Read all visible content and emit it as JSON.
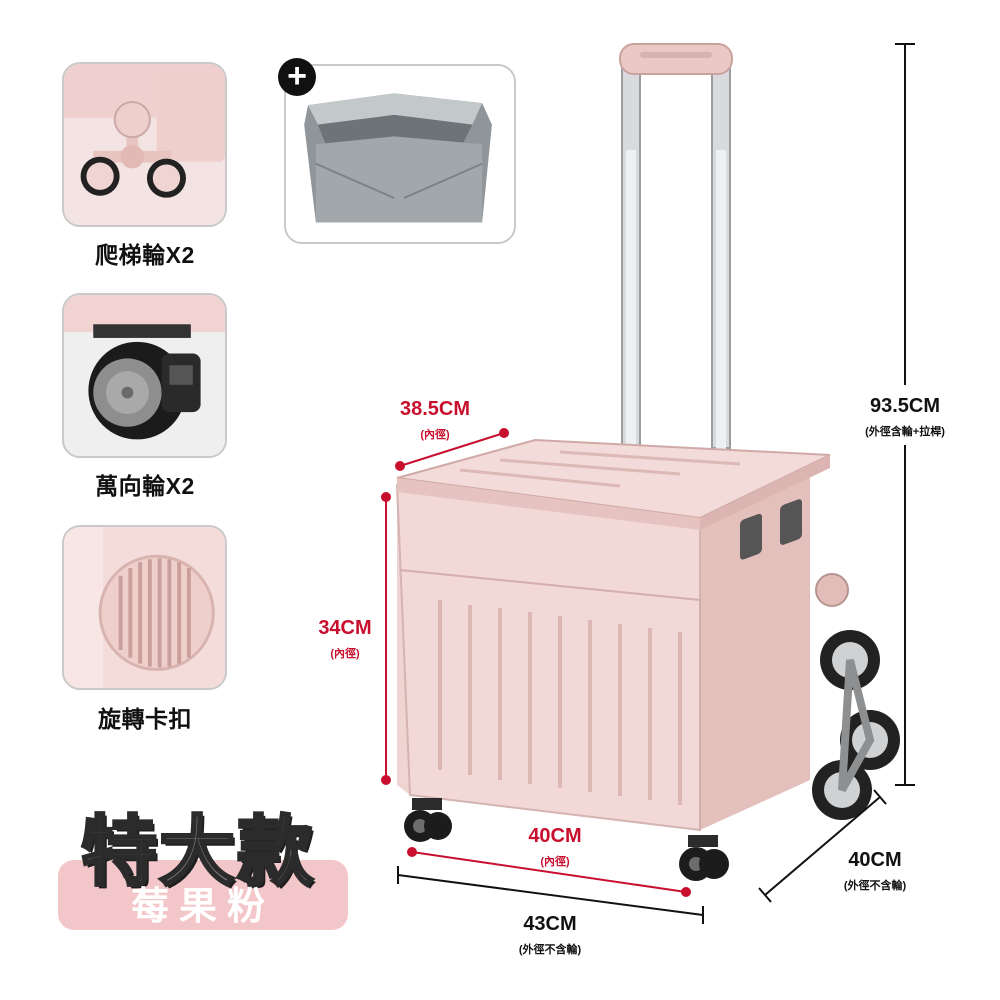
{
  "features": [
    {
      "label": "爬梯輪X2",
      "icon": "stair-climbing-wheel-icon"
    },
    {
      "label": "萬向輪X2",
      "icon": "swivel-caster-icon"
    },
    {
      "label": "旋轉卡扣",
      "icon": "rotary-latch-icon"
    }
  ],
  "accessory": {
    "badge": "+",
    "icon": "inner-liner-bag-icon"
  },
  "product": {
    "title": "特大款",
    "color_name": "莓果粉"
  },
  "dimensions": {
    "top_width": {
      "value": "38.5CM",
      "note": "(內徑)"
    },
    "inner_height": {
      "value": "34CM",
      "note": "(內徑)"
    },
    "inner_length": {
      "value": "40CM",
      "note": "(內徑)"
    },
    "outer_length": {
      "value": "43CM",
      "note": "(外徑不含輪)"
    },
    "outer_width": {
      "value": "40CM",
      "note": "(外徑不含輪)"
    },
    "total_height": {
      "value": "93.5CM",
      "note": "(外徑含輪+拉桿)"
    }
  },
  "colors": {
    "accent_red": "#c8102e",
    "cart_pink": "#f2d8d6",
    "badge_pink": "#f3c7c9"
  }
}
